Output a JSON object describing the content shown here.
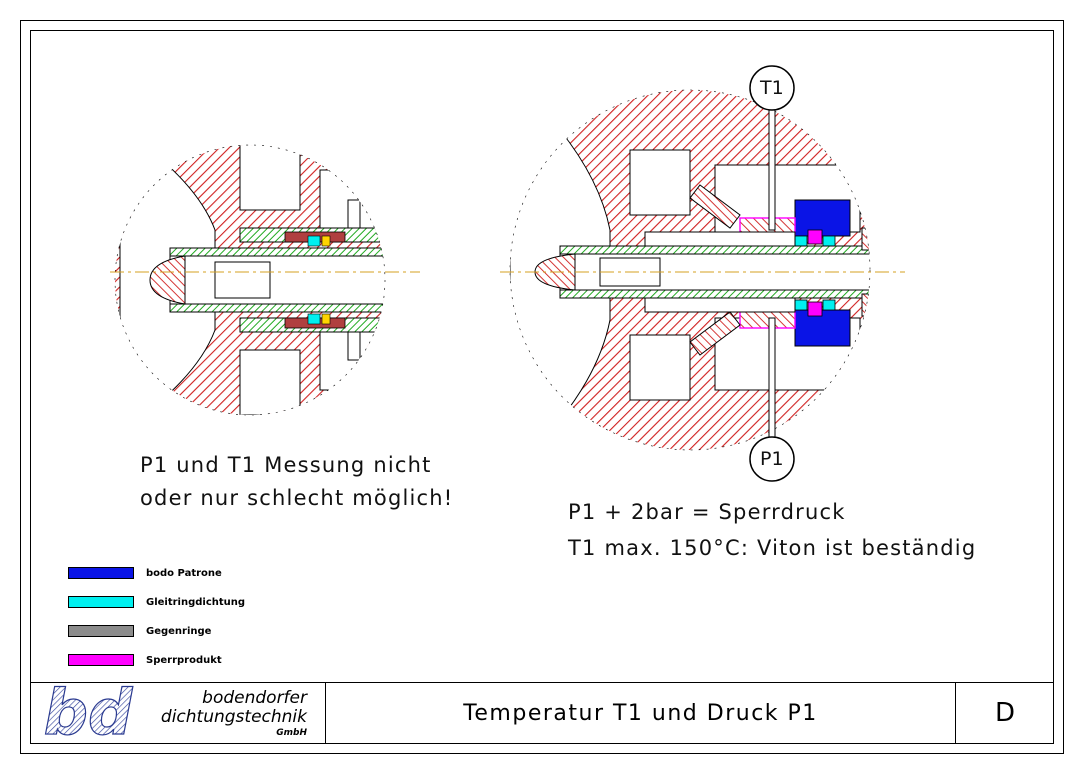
{
  "notes": {
    "left_line1": "P1 und T1 Messung nicht",
    "left_line2": "oder nur schlecht möglich!",
    "right_line1": "P1 + 2bar = Sperrdruck",
    "right_line2": "T1 max. 150°C: Viton ist beständig"
  },
  "markers": {
    "t1": "T1",
    "p1": "P1"
  },
  "legend": [
    {
      "label": "bodo Patrone",
      "color": "#0a14e6"
    },
    {
      "label": "Gleitringdichtung",
      "color": "#00f0f0"
    },
    {
      "label": "Gegenringe",
      "color": "#8c8c8c"
    },
    {
      "label": "Sperrprodukt",
      "color": "#ff00ff"
    }
  ],
  "titleblock": {
    "company_line1": "bodendorfer",
    "company_line2": "dichtungstechnik",
    "company_line3": "GmbH",
    "logo_text": "bd",
    "title": "Temperatur T1 und Druck P1",
    "revision": "D"
  },
  "colors": {
    "hatch": "#d02020",
    "shaft": "#22aa22",
    "centerline": "#d4a020"
  }
}
